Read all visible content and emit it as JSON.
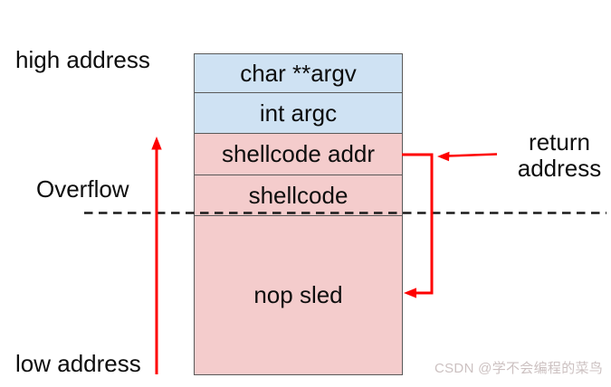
{
  "diagram": {
    "side_labels": {
      "high_address": "high address",
      "overflow": "Overflow",
      "low_address": "low address"
    },
    "return_address": {
      "line1": "return",
      "line2": "address"
    },
    "stack_rows": [
      {
        "label": "char **argv",
        "region": "blue"
      },
      {
        "label": "int argc",
        "region": "blue"
      },
      {
        "label": "shellcode addr",
        "region": "pink"
      },
      {
        "label": "shellcode",
        "region": "pink"
      },
      {
        "label": "nop sled",
        "region": "pink"
      }
    ],
    "watermark": "CSDN @学不会编程的菜鸟"
  },
  "colors": {
    "blue": "#cfe2f3",
    "pink": "#f4cccc",
    "red": "#fe0000",
    "border": "#595959",
    "text": "#0d0d0d",
    "dash": "#1a1a1a",
    "watermark": "#ccc1c1",
    "background": "#ffffff"
  }
}
